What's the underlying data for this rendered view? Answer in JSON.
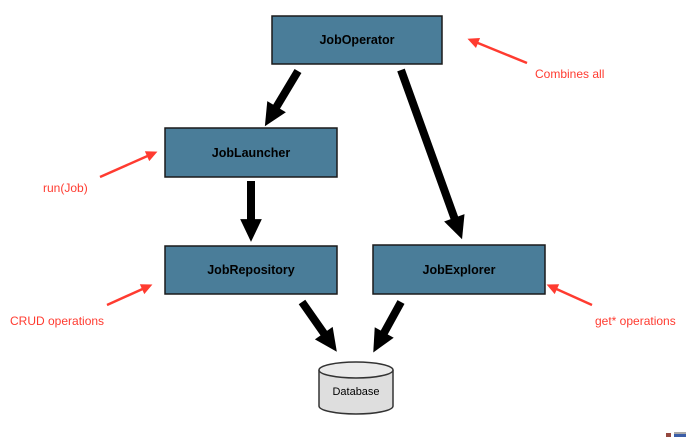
{
  "diagram": {
    "title": "Spring Batch job components diagram",
    "nodes": {
      "job_operator": {
        "label": "JobOperator"
      },
      "job_launcher": {
        "label": "JobLauncher"
      },
      "job_repository": {
        "label": "JobRepository"
      },
      "job_explorer": {
        "label": "JobExplorer"
      },
      "database": {
        "label": "Database"
      }
    },
    "edges": [
      {
        "from": "JobOperator",
        "to": "JobLauncher"
      },
      {
        "from": "JobOperator",
        "to": "JobExplorer"
      },
      {
        "from": "JobLauncher",
        "to": "JobRepository"
      },
      {
        "from": "JobRepository",
        "to": "Database"
      },
      {
        "from": "JobExplorer",
        "to": "Database"
      }
    ],
    "annotations": {
      "combines_all": {
        "label": "Combines all",
        "points_to": "JobOperator"
      },
      "run_job": {
        "label": "run(Job)",
        "points_to": "JobLauncher"
      },
      "crud": {
        "label": "CRUD operations",
        "points_to": "JobRepository"
      },
      "get_star": {
        "label": "get* operations",
        "points_to": "JobExplorer"
      }
    },
    "colors": {
      "node_fill": "#4A7D99",
      "node_border": "#1a1a1a",
      "arrow_black": "#000000",
      "annotation_red": "#FF3B30",
      "database_fill": "#DEDEDE",
      "database_top_fill": "#EAEAEA",
      "background": "#FFFFFF"
    }
  }
}
